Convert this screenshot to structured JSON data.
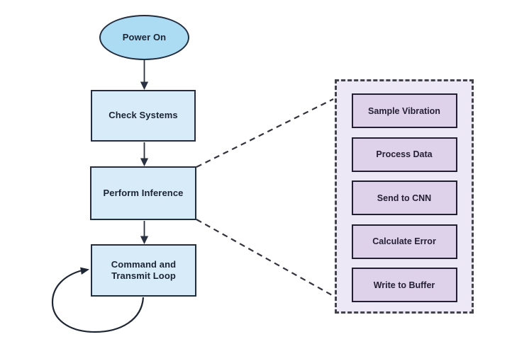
{
  "flow": {
    "start_label": "Power On",
    "nodes": [
      {
        "label": "Check Systems"
      },
      {
        "label": "Perform Inference"
      },
      {
        "label": "Command and Transmit Loop"
      }
    ],
    "loop_on": "Command and Transmit Loop"
  },
  "panel": {
    "expands_from": "Perform Inference",
    "items": [
      "Sample Vibration",
      "Process Data",
      "Send to CNN",
      "Calculate Error",
      "Write to Buffer"
    ]
  },
  "colors": {
    "start_fill": "#abdcf4",
    "flow_node_fill": "#d8ebf9",
    "flow_node_border": "#232d3d",
    "panel_background": "#ede8f5",
    "panel_item_fill": "#ddd2e9",
    "panel_item_border": "#221f30",
    "panel_dashed_border": "#43434c",
    "connector_stroke": "#2a3140",
    "text": "#1b2433",
    "canvas_background": "#ffffff"
  }
}
